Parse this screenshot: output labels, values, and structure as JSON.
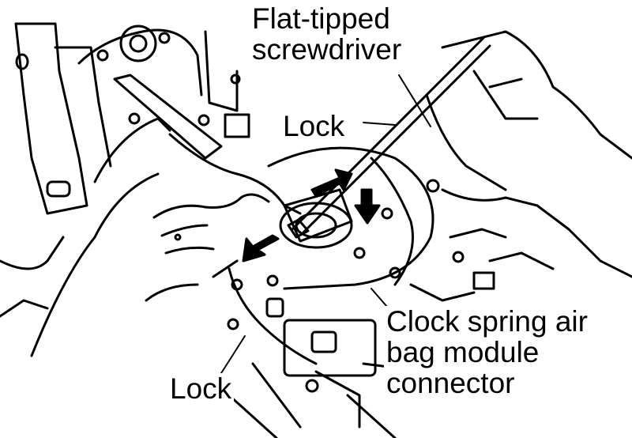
{
  "labels": {
    "screwdriver": [
      "Flat-tipped",
      "screwdriver"
    ],
    "lock_top": "Lock",
    "lock_bottom": "Lock",
    "connector": [
      "Clock spring air",
      "bag module",
      "connector"
    ]
  },
  "colors": {
    "ink": "#000000",
    "paper": "#ffffff"
  }
}
